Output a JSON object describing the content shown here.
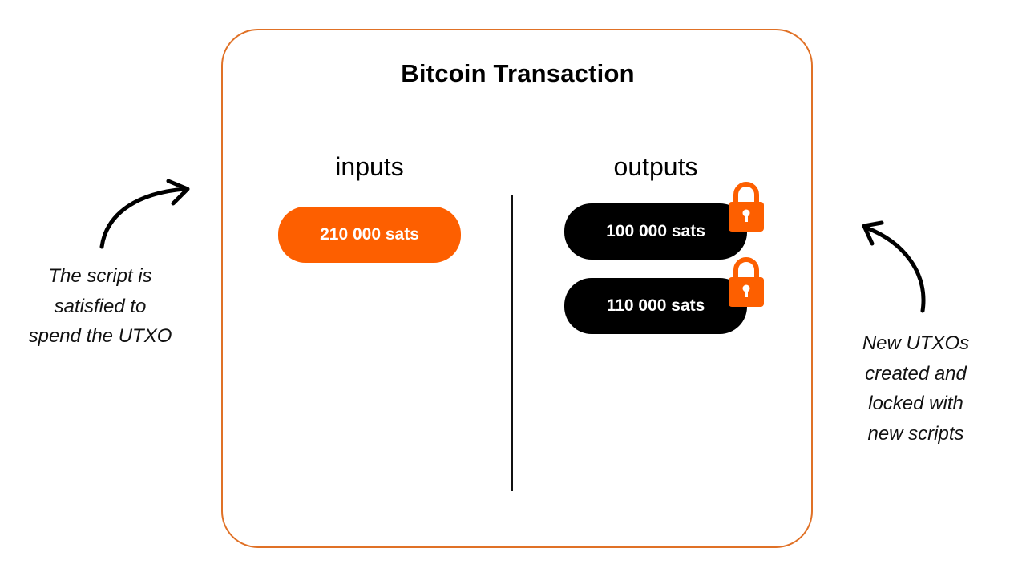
{
  "diagram": {
    "title": "Bitcoin Transaction",
    "inputs": {
      "label": "inputs",
      "items": [
        {
          "amount": "210 000 sats",
          "color": "#fd5f00"
        }
      ]
    },
    "outputs": {
      "label": "outputs",
      "items": [
        {
          "amount": "100 000 sats",
          "color": "#000000",
          "locked": true,
          "lock_icon": "padlock-icon"
        },
        {
          "amount": "110 000 sats",
          "color": "#000000",
          "locked": true,
          "lock_icon": "padlock-icon"
        }
      ]
    },
    "annotations": {
      "left": {
        "lines": [
          "The script is",
          "satisfied to",
          "spend the UTXO"
        ],
        "arrow": "curved-arrow-right"
      },
      "right": {
        "lines": [
          "New UTXOs",
          "created and",
          "locked with",
          "new scripts"
        ],
        "arrow": "curved-arrow-up-left"
      }
    },
    "colors": {
      "border": "#e07126",
      "accent": "#fd5f00",
      "output_pill": "#000000",
      "text": "#000000"
    }
  }
}
